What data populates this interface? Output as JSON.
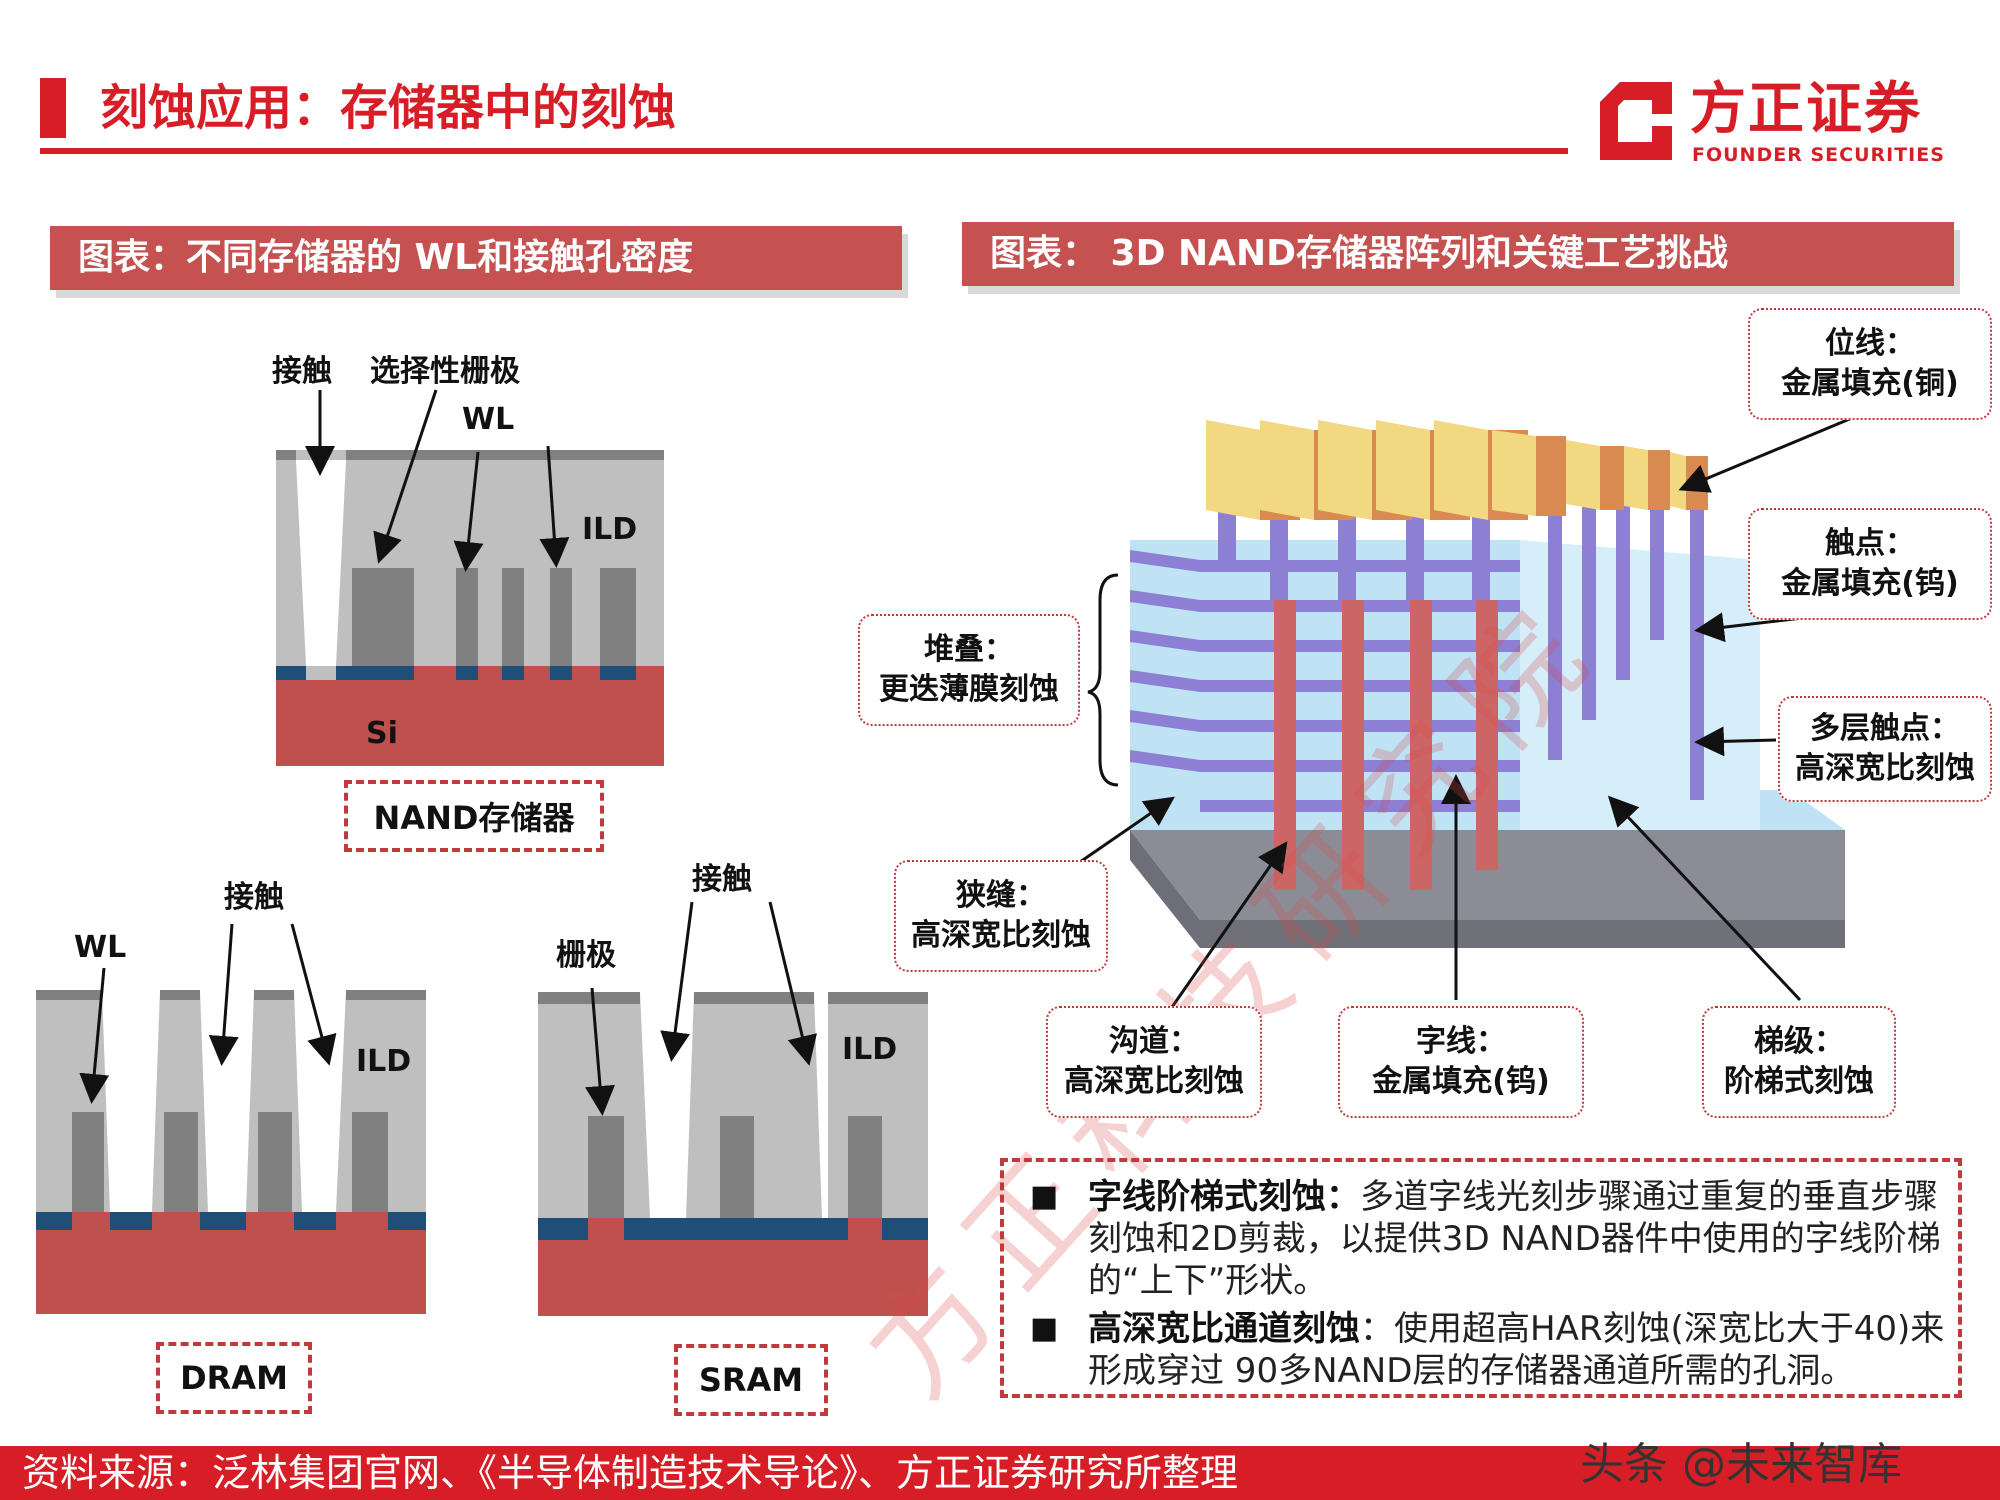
{
  "header": {
    "title": "刻蚀应用：存储器中的刻蚀",
    "logo_cn": "方正证券",
    "logo_en": "FOUNDER SECURITIES"
  },
  "left_panel": {
    "heading": "图表：不同存储器的 WL和接触孔密度",
    "nand": {
      "labels": {
        "contact": "接触",
        "select_gate": "选择性栅极",
        "wl": "WL",
        "ild": "ILD",
        "si": "Si"
      },
      "caption": "NAND存储器"
    },
    "dram": {
      "labels": {
        "contact": "接触",
        "wl": "WL",
        "ild": "ILD"
      },
      "caption": "DRAM"
    },
    "sram": {
      "labels": {
        "contact": "接触",
        "gate": "栅极",
        "ild": "ILD"
      },
      "caption": "SRAM"
    }
  },
  "right_panel": {
    "heading": "图表： 3D NAND存储器阵列和关键工艺挑战",
    "callouts": {
      "bitline": [
        "位线：",
        "金属填充(铜)"
      ],
      "contact": [
        "触点：",
        "金属填充(钨)"
      ],
      "multilayer": [
        "多层触点：",
        "高深宽比刻蚀"
      ],
      "stack": [
        "堆叠：",
        "更迭薄膜刻蚀"
      ],
      "slit": [
        "狭缝：",
        "高深宽比刻蚀"
      ],
      "channel": [
        "沟道：",
        "高深宽比刻蚀"
      ],
      "wordline": [
        "字线：",
        "金属填充(钨)"
      ],
      "staircase": [
        "梯级：",
        "阶梯式刻蚀"
      ]
    },
    "watermark": "方正科技研究院"
  },
  "notes": [
    {
      "bullet": "■",
      "bold": "字线阶梯式刻蚀：",
      "text": "多道字线光刻步骤通过重复的垂直步骤刻蚀和2D剪裁，以提供3D NAND器件中使用的字线阶梯的“上下”形状。"
    },
    {
      "bullet": "■",
      "bold": "高深宽比通道刻蚀",
      "text": "：使用超高HAR刻蚀(深宽比大于40)来形成穿过 90多NAND层的存储器通道所需的孔洞。"
    }
  ],
  "footer": {
    "source": "资料来源：泛林集团官网、《半导体制造技术导论》、方正证券研究所整理",
    "watermark": "头条 @未来智库"
  },
  "colors": {
    "brand_red": "#d71e27",
    "header_band": "#c55150",
    "si_red": "#c0504d",
    "ild_gray": "#bfbfbf",
    "wl_gray": "#808080",
    "blue_layer": "#1f4e79",
    "stair_blue": "#bfe3f5",
    "stair_purple": "#8c7fd4",
    "bitline_orange": "#d98a50"
  }
}
